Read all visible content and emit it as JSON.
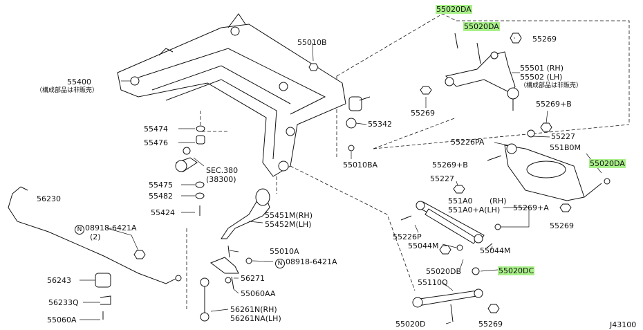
{
  "labels": {
    "p55400": "55400",
    "p55400_note": "（構成部品は非販売）",
    "p55010B": "55010B",
    "p55020DA_top": "55020DA",
    "p55020DA_2": "55020DA",
    "p55269_top": "55269",
    "p55501": "55501 (RH)",
    "p55502": "55502 (LH)",
    "p55502_note": "（構成部品は非販売）",
    "p55269_mid": "55269",
    "p55269B_r": "55269+B",
    "p55342": "55342",
    "p55474": "55474",
    "p55476": "55476",
    "p55010BA": "55010BA",
    "p55227_r": "55227",
    "p55226PA": "55226PA",
    "p551B0M": "551B0M",
    "p55020DA_r": "55020DA",
    "sec380": "SEC.380",
    "sec380b": "(38300)",
    "p55269B_l": "55269+B",
    "p55475": "55475",
    "p55227_l": "55227",
    "p55482": "55482",
    "p551A0": "551A0",
    "rh1": "(RH)",
    "p551A0A": "551A0+A(LH)",
    "p55269A": "55269+A",
    "p56230": "56230",
    "p55424": "55424",
    "p55451M": "55451M(RH)",
    "p55452M": "55452M(LH)",
    "p55269_r2": "55269",
    "bolt08918_1": "08918-6421A",
    "bolt08918_1q": "(2)",
    "p55226P": "55226P",
    "p55044M_l": "55044M",
    "p55044M_r": "55044M",
    "p55010A": "55010A",
    "bolt08918_2": "08918-6421A",
    "p55020DB": "55020DB",
    "p55020DC": "55020DC",
    "p56243": "56243",
    "p56271": "56271",
    "p55110Q": "55110Q",
    "p55060AA": "55060AA",
    "p56233Q": "56233Q",
    "p56261N": "56261N(RH)",
    "p56261NA": "56261NA(LH)",
    "p55060A": "55060A",
    "p55020D": "55020D",
    "p55269_bot": "55269",
    "fig_code": "J43100"
  },
  "circle_n": "N",
  "colors": {
    "highlight": "#a9f08a",
    "ink": "#111111"
  }
}
